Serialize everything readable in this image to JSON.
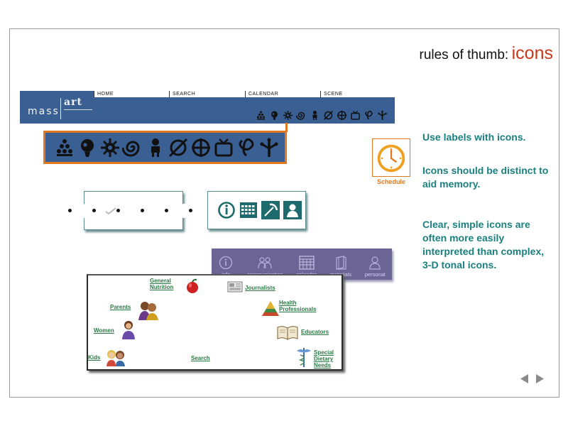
{
  "title": {
    "main": "rules of thumb:",
    "accent": "icons"
  },
  "massart": {
    "tabs": [
      "HOME",
      "SEARCH",
      "CALENDAR",
      "SCENE"
    ],
    "logo_mass": "mass",
    "logo_art": "art",
    "icons": [
      "pyramid-icon",
      "head-icon",
      "sunburst-icon",
      "spiral-icon",
      "figure-icon",
      "slashed-circle-icon",
      "globe-cross-icon",
      "tv-icon",
      "knot-icon",
      "tree-icon"
    ]
  },
  "widgets": {
    "teal_icons": [
      "info-icon",
      "calendar-grid-icon",
      "pick-icon",
      "person-icon"
    ],
    "purple_toolbar": [
      {
        "label": "info",
        "icon": "info-icon"
      },
      {
        "label": "communication",
        "icon": "people-icon"
      },
      {
        "label": "calendar",
        "icon": "calendar-grid-icon"
      },
      {
        "label": "materials",
        "icon": "book-icon"
      },
      {
        "label": "personal",
        "icon": "person-icon"
      }
    ]
  },
  "nutrition_map": {
    "links": {
      "general_nutrition": "General\nNutrition",
      "journalists": "Journalists",
      "parents": "Parents",
      "health_professionals": "Health\nProfessionals",
      "women": "Women",
      "educators": "Educators",
      "kids": "Kids",
      "search": "Search",
      "special_dietary_needs": "Special\nDietary\nNeeds"
    }
  },
  "schedule": {
    "label": "Schedule"
  },
  "tips": [
    "Use labels with icons.",
    "Icons should be distinct to aid memory.",
    "Clear, simple icons are often more easily interpreted than complex, 3-D tonal icons."
  ],
  "colors": {
    "accent": "#c8381a",
    "orange": "#e07822",
    "navy": "#3a5f92",
    "teal": "#1a8080",
    "purple": "#6b6495"
  }
}
